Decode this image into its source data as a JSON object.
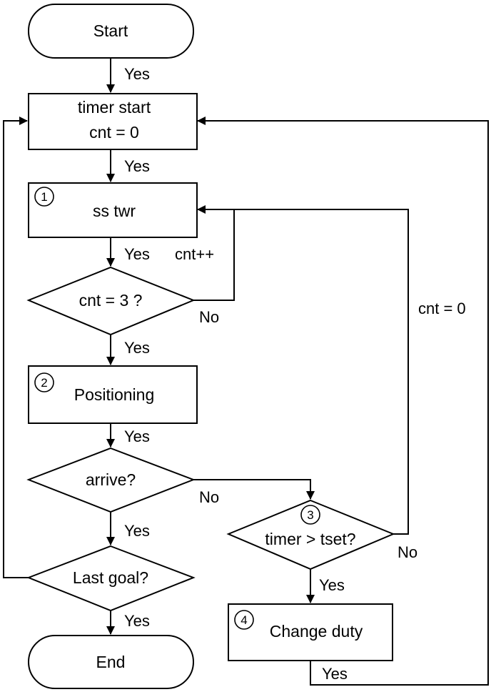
{
  "nodes": {
    "start": {
      "label": "Start"
    },
    "timer_start": {
      "line1": "timer start",
      "line2": "cnt = 0"
    },
    "ss_twr": {
      "label": "ss twr",
      "step": "1"
    },
    "cnt_check": {
      "label": "cnt = 3 ?"
    },
    "positioning": {
      "label": "Positioning",
      "step": "2"
    },
    "arrive": {
      "label": "arrive?"
    },
    "timer_check": {
      "label": "timer > tset?",
      "step": "3"
    },
    "last_goal": {
      "label": "Last goal?"
    },
    "change_duty": {
      "label": "Change duty",
      "step": "4"
    },
    "end": {
      "label": "End"
    }
  },
  "edges": {
    "start_yes": "Yes",
    "timer_start_yes": "Yes",
    "ss_twr_yes": "Yes",
    "cnt_increment": "cnt++",
    "cnt_no": "No",
    "cnt_yes": "Yes",
    "positioning_yes": "Yes",
    "arrive_no": "No",
    "arrive_yes": "Yes",
    "timer_no": "No",
    "timer_yes": "Yes",
    "last_goal_yes": "Yes",
    "change_duty_yes": "Yes",
    "reset_cnt": "cnt = 0"
  }
}
